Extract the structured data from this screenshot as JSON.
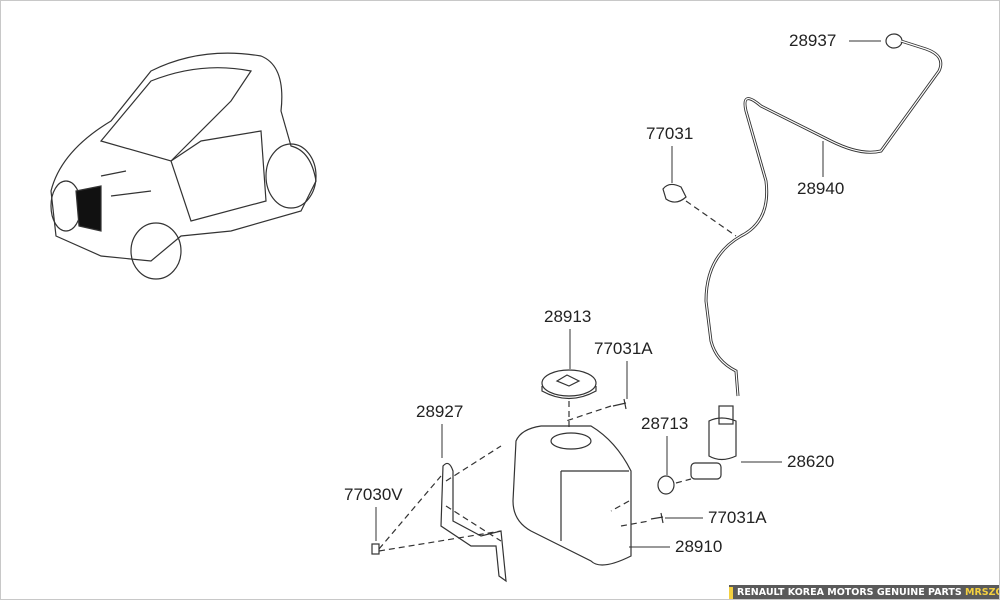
{
  "diagram": {
    "parts": [
      {
        "number": "28937",
        "name": "hose-clip"
      },
      {
        "number": "77031",
        "name": "hose-clip-pump"
      },
      {
        "number": "28940",
        "name": "washer-hose"
      },
      {
        "number": "28913",
        "name": "reservoir-cap"
      },
      {
        "number": "77031A",
        "name": "screw-top"
      },
      {
        "number": "28927",
        "name": "bracket"
      },
      {
        "number": "28713",
        "name": "grommet"
      },
      {
        "number": "28620",
        "name": "washer-pump"
      },
      {
        "number": "77030V",
        "name": "nut"
      },
      {
        "number": "77031A",
        "name": "screw-side"
      },
      {
        "number": "28910",
        "name": "washer-reservoir"
      }
    ]
  },
  "banner": {
    "text": "RENAULT KOREA MOTORS GENUINE PARTS",
    "brand": "MRSZONE"
  },
  "colors": {
    "line": "#333333",
    "banner_bg": "#5a5a5a",
    "brand": "#f4d03f"
  }
}
